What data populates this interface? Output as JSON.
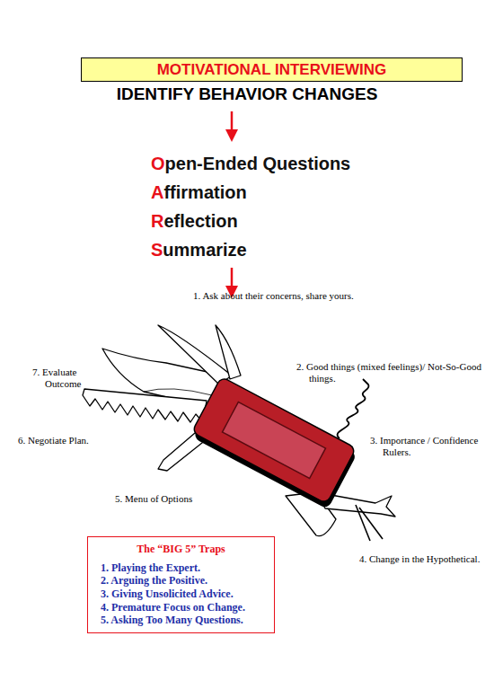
{
  "diagram": {
    "title": "MOTIVATIONAL INTERVIEWING",
    "nodes": [
      {
        "text": [
          "The “BIG 5” Traps",
          "1. Playing the Expert.",
          "2. Arguing the Positive.",
          "3. Giving Unsolicited Advice.",
          "4. Premature Focus on Change.",
          "5. Asking Too Many Questions."
        ]
      }
    ],
    "labels": [
      "IDENTIFY BEHAVIOR CHANGES",
      "Open-Ended Questions",
      "Affirmation",
      "Reflection",
      "Summarize",
      "1. Ask about their concerns, share yours.",
      "2. Good things (mixed feelings)/ Not-So-Good things.",
      "3. Importance / Confidence Rulers.",
      "4. Change in the Hypothetical.",
      "5. Menu of Options",
      "6. Negotiate Plan.",
      "7. Evaluate Outcome"
    ]
  }
}
